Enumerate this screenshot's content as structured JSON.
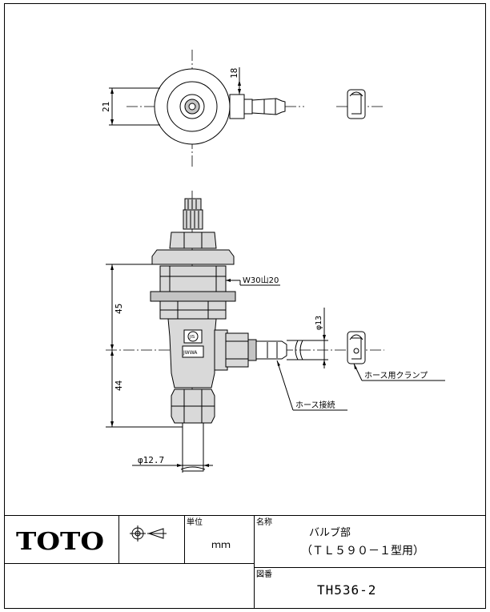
{
  "dimensions": {
    "top_view_width": "21",
    "top_view_nipple": "18",
    "height_upper": "45",
    "height_lower": "44",
    "hose_diameter": "φ13",
    "pipe_diameter": "φ12.7"
  },
  "callouts": {
    "thread": "W30山20",
    "hose_connection": "ホース接続",
    "hose_clamp": "ホース用クランプ"
  },
  "body_marks": {
    "jis": "JIS",
    "jwwa": "JWWA"
  },
  "title_block": {
    "brand": "TOTO",
    "unit_label": "単位",
    "unit_value": "ｍｍ",
    "name_label": "名称",
    "name_line1": "バルブ部",
    "name_line2": "（ＴＬ５９０－１型用）",
    "drawing_no_label": "図番",
    "drawing_no": "TH536-2"
  }
}
